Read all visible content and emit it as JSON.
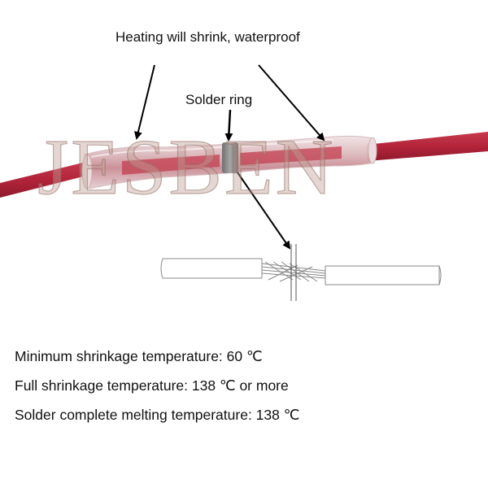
{
  "labels": {
    "heating": "Heating will shrink, waterproof",
    "solder_ring": "Solder ring"
  },
  "watermark": "JESBEN",
  "specs": [
    "Minimum shrinkage temperature: 60 ℃",
    "Full shrinkage temperature: 138 ℃ or more",
    "Solder complete melting temperature: 138 ℃"
  ],
  "colors": {
    "wire": "#b3243a",
    "sleeve": "#e9d5d6",
    "solder": "#8c8c8c",
    "arrow": "#000000"
  }
}
